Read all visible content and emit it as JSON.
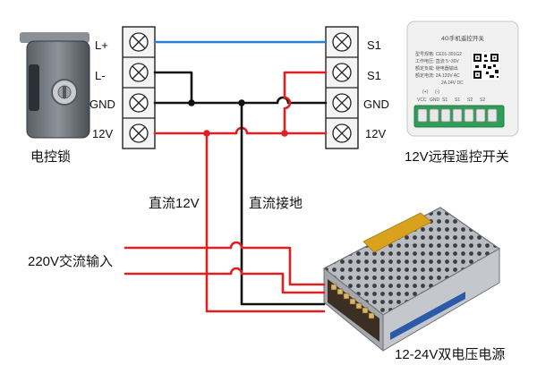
{
  "lock": {
    "caption": "电控锁",
    "terminals": [
      "L+",
      "L-",
      "GND",
      "12V"
    ]
  },
  "switch": {
    "caption": "12V远程遥控开关",
    "terminals": [
      "S1",
      "S1",
      "GND",
      "12V"
    ],
    "module_title": "4G手机遥控开关",
    "module_specs": [
      "型号规格: CE01-301G2",
      "工作电压: 直流 5~30V",
      "额定负载: 继电器输出",
      "额定电流: 2A 120V AC",
      "2A 24V DC"
    ],
    "module_ports": [
      "(+)",
      "(-)",
      "VCC",
      "GND",
      "S1",
      "S1",
      "S2",
      "S2"
    ]
  },
  "power_supply": {
    "caption": "12-24V双电压电源"
  },
  "wire_labels": {
    "dc12v": "直流12V",
    "ground": "直流接地",
    "ac_input": "220V交流输入"
  },
  "colors": {
    "red": "#e02020",
    "black": "#111111",
    "blue": "#2a7fd4"
  }
}
